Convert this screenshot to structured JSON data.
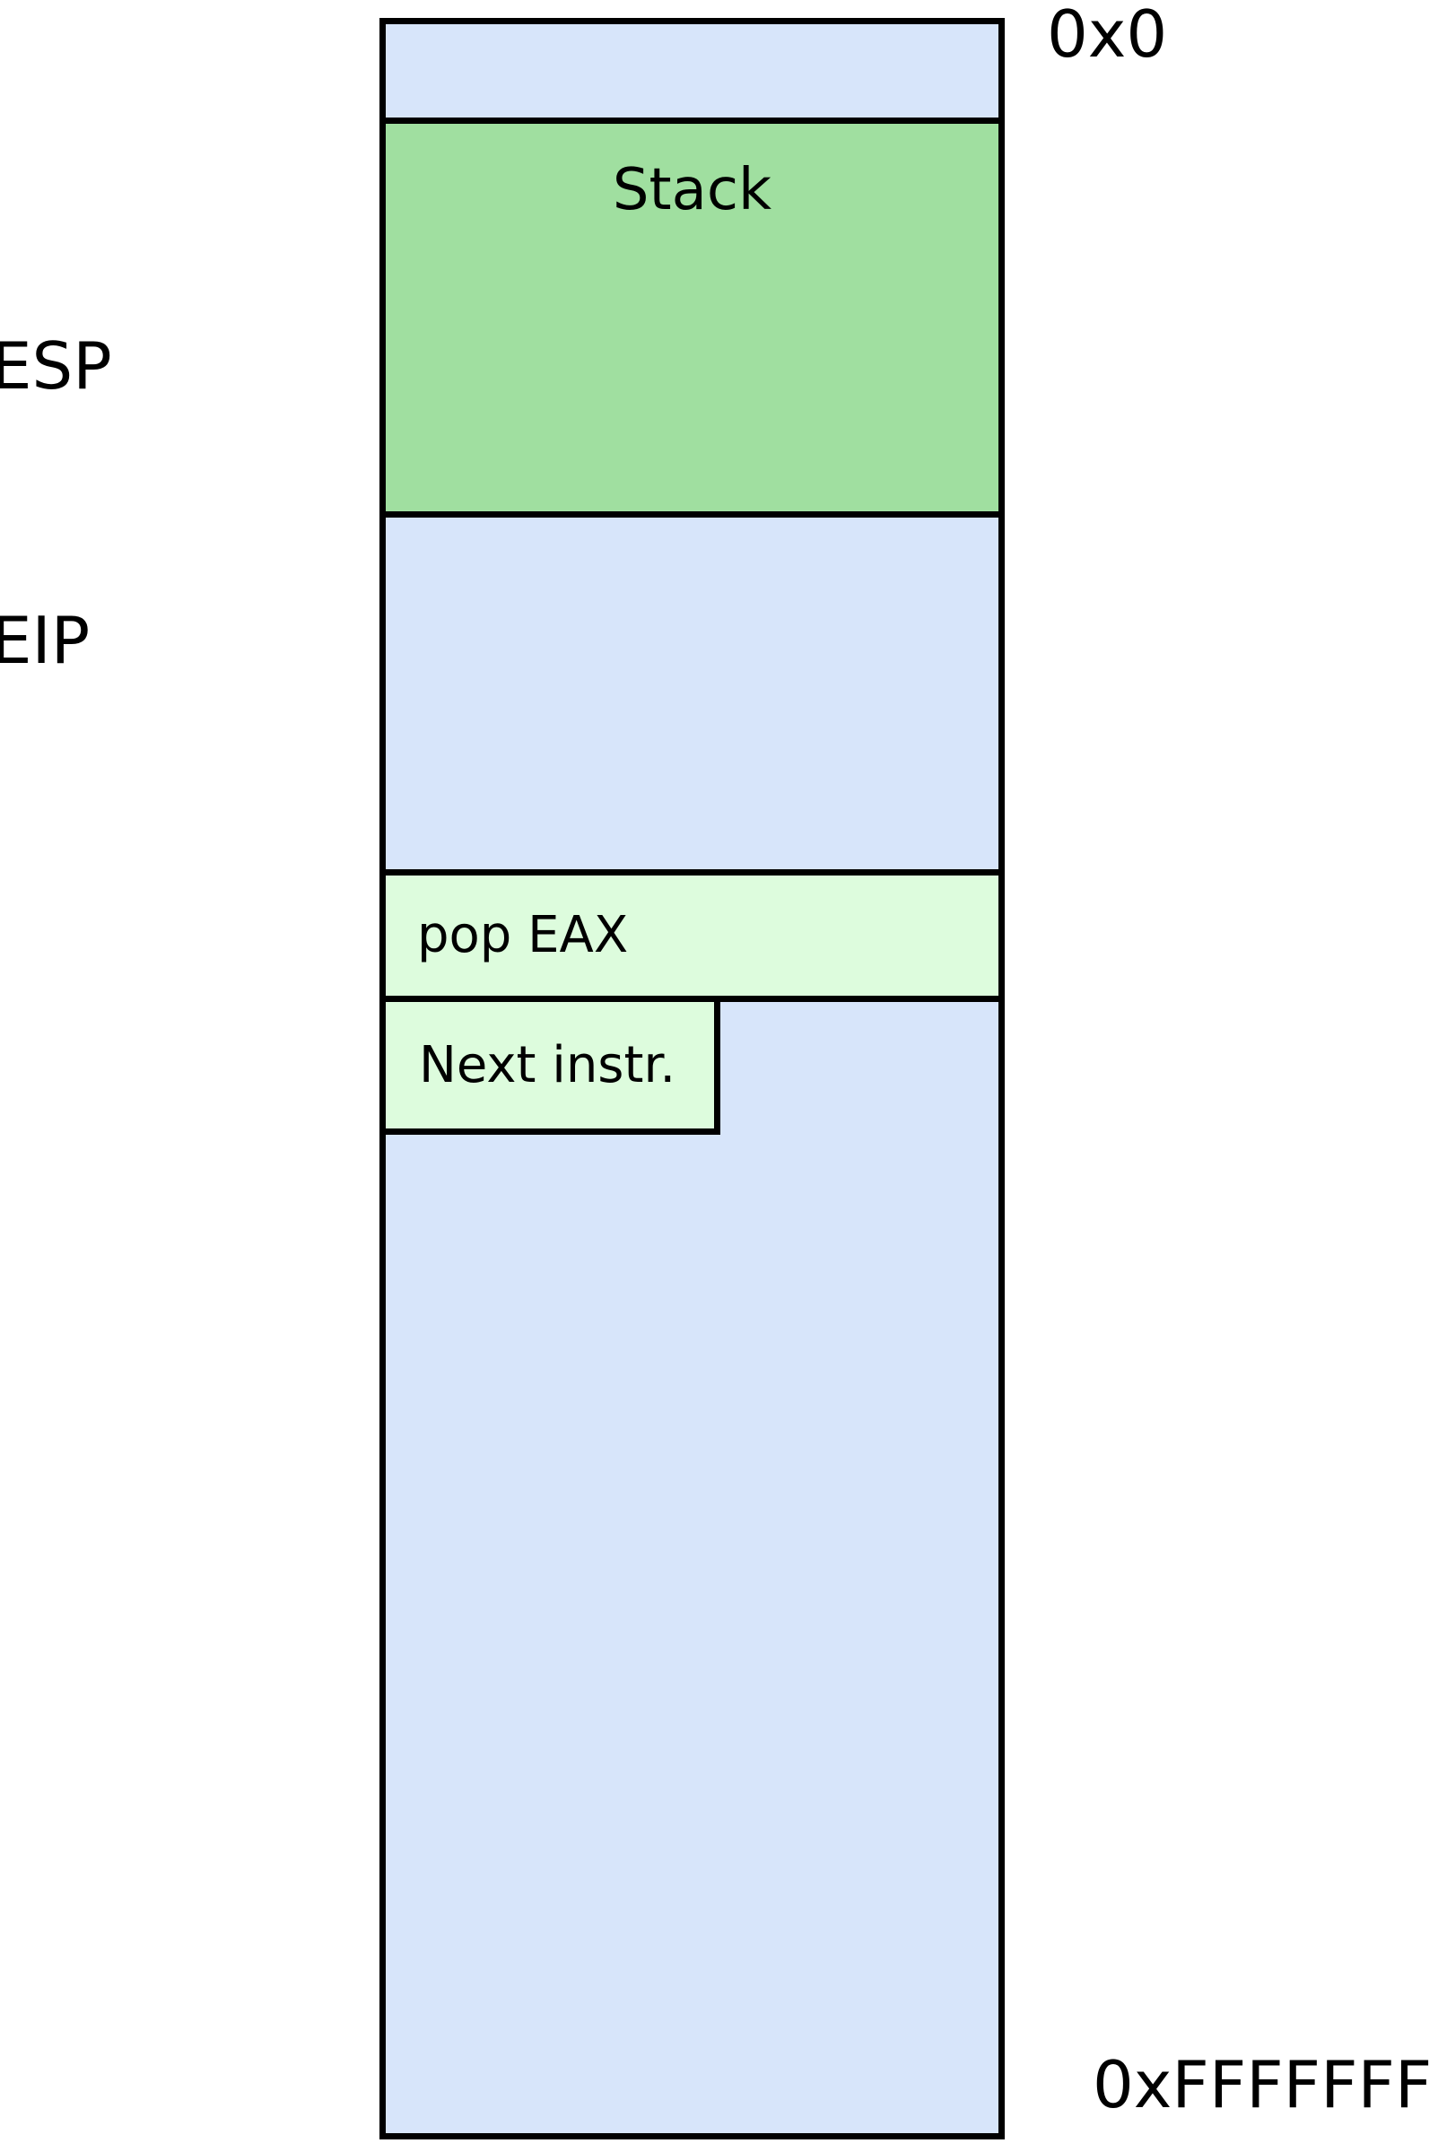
{
  "diagram": {
    "addresses": {
      "top": "0x0",
      "bottom": "0xFFFFFFFF"
    },
    "registers": {
      "esp": "ESP",
      "eip": "EIP"
    },
    "sections": {
      "stack": {
        "label": "Stack"
      },
      "pop_eax": {
        "label": "pop EAX"
      },
      "next_instr": {
        "label": "Next instr."
      }
    }
  },
  "colors": {
    "canvas-white": "#ffffff",
    "memory-blue": "#d7e5fa",
    "stack-green": "#a0dfa0",
    "instr-green": "#ddfcdd",
    "border-black": "#000000",
    "text-black": "#000000"
  }
}
